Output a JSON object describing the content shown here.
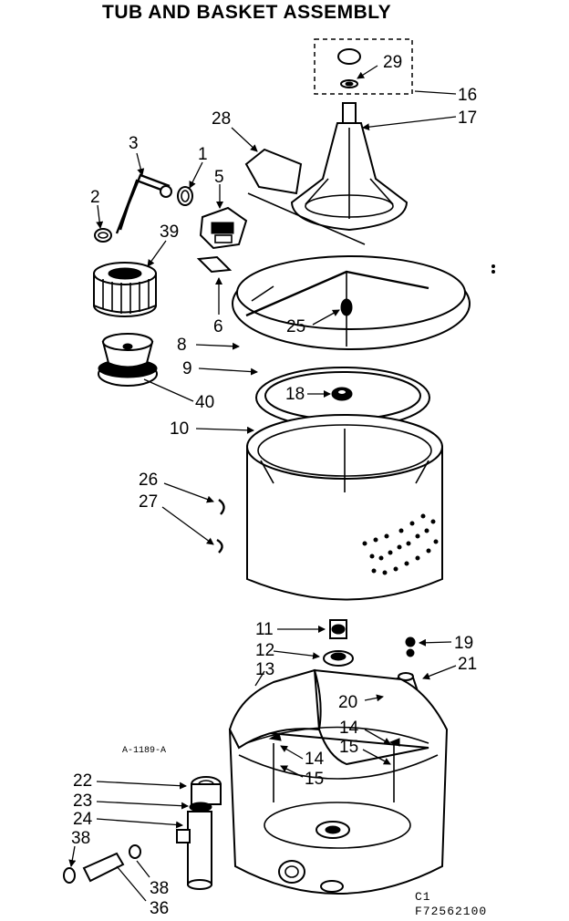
{
  "title": "TUB AND BASKET ASSEMBLY",
  "figure_code": "A-1189-A",
  "revision": "C1",
  "document_number": "F72562100",
  "callouts": {
    "c29": "29",
    "c16": "16",
    "c17": "17",
    "c28": "28",
    "c3": "3",
    "c1": "1",
    "c5": "5",
    "c2": "2",
    "c39": "39",
    "c6": "6",
    "c25": "25",
    "c8": "8",
    "c9": "9",
    "c18": "18",
    "c40": "40",
    "c10": "10",
    "c26": "26",
    "c27": "27",
    "c11": "11",
    "c19": "19",
    "c12": "12",
    "c21": "21",
    "c13": "13",
    "c20": "20",
    "c14a": "14",
    "c15a": "15",
    "c14b": "14",
    "c15b": "15",
    "c22": "22",
    "c23": "23",
    "c24": "24",
    "c38a": "38",
    "c38b": "38",
    "c36": "36"
  }
}
